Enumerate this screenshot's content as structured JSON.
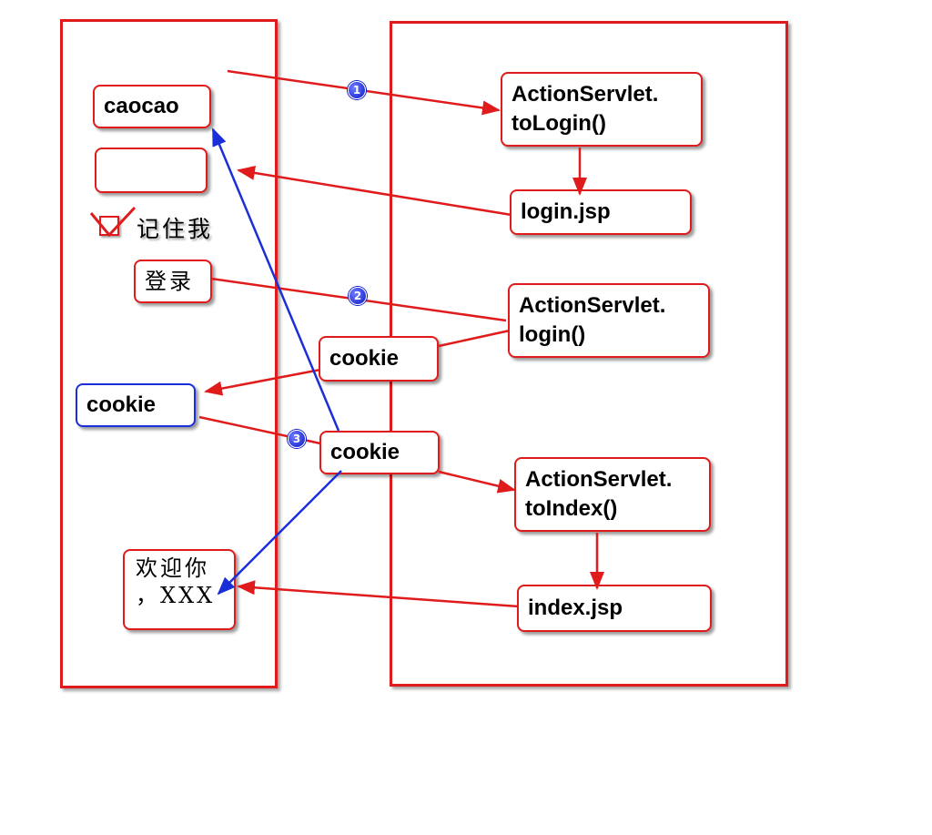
{
  "browser": {
    "username": "caocao",
    "password": "",
    "remember_me_label": "记住我",
    "login_button_label": "登录",
    "cookie_label": "cookie",
    "welcome_text": "欢迎你\n，XXX"
  },
  "server": {
    "to_login_action": "ActionServlet.\ntoLogin()",
    "login_page": "login.jsp",
    "login_action": "ActionServlet.\nlogin()",
    "to_index_action": "ActionServlet.\ntoIndex()",
    "index_page": "index.jsp"
  },
  "transfer": {
    "cookie_response": "cookie",
    "cookie_request": "cookie"
  },
  "steps": [
    "1",
    "2",
    "3"
  ],
  "colors": {
    "red": "#e01b1b",
    "blue": "#1b2fd9"
  }
}
